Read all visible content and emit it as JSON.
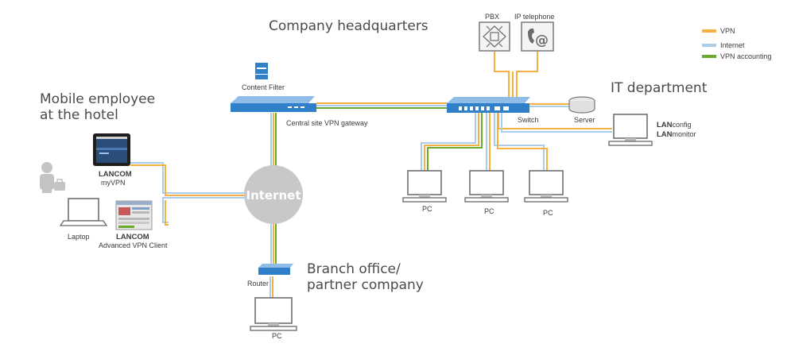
{
  "titles": {
    "hq": "Company headquarters",
    "it": "IT department",
    "mobile_line1": "Mobile employee",
    "mobile_line2": "at the hotel",
    "branch_line1": "Branch office/",
    "branch_line2": "partner company"
  },
  "legend": {
    "items": [
      {
        "label": "VPN",
        "color": "#f5b041"
      },
      {
        "label": "Internet",
        "color": "#a9cdea"
      },
      {
        "label": "VPN accounting",
        "color": "#6aaa2e"
      }
    ]
  },
  "labels": {
    "pbx": "PBX",
    "ip_telephone": "IP telephone",
    "content_filter": "Content Filter",
    "central_gateway": "Central site VPN gateway",
    "switch": "Switch",
    "server": "Server",
    "lanconfig_bold": "LAN",
    "lanconfig_rest": "config",
    "lanmonitor_bold": "LAN",
    "lanmonitor_rest": "monitor",
    "pc1": "PC",
    "pc2": "PC",
    "pc3": "PC",
    "pc_branch": "PC",
    "internet": "Internet",
    "lancom_myvpn_bold": "LANCOM",
    "lancom_myvpn_rest": "myVPN",
    "laptop": "Laptop",
    "lancom_adv_bold": "LANCOM",
    "lancom_adv_rest": "Advanced VPN Client",
    "router": "Router"
  },
  "colors": {
    "vpn": "#f5b041",
    "internet": "#a9cdea",
    "accounting": "#6aaa2e",
    "device_blue": "#2f7fc9",
    "cloud_gray": "#c8c8c8"
  }
}
